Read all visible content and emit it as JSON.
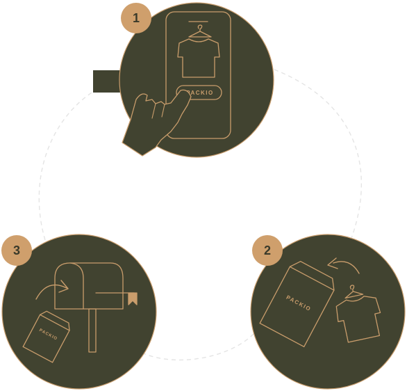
{
  "diagram": {
    "steps": [
      {
        "number": "1",
        "brand_label": "PACKIO"
      },
      {
        "number": "2",
        "brand_label": "PACKIO"
      },
      {
        "number": "3",
        "brand_label": "PACKIO"
      }
    ]
  },
  "colors": {
    "circle_fill": "#414330",
    "circle_stroke": "#c99d6c",
    "badge_fill": "#cf9f6c",
    "badge_text": "#3a3a2a",
    "line_art": "#c99d6c",
    "cycle_path": "#e4e4e4"
  }
}
